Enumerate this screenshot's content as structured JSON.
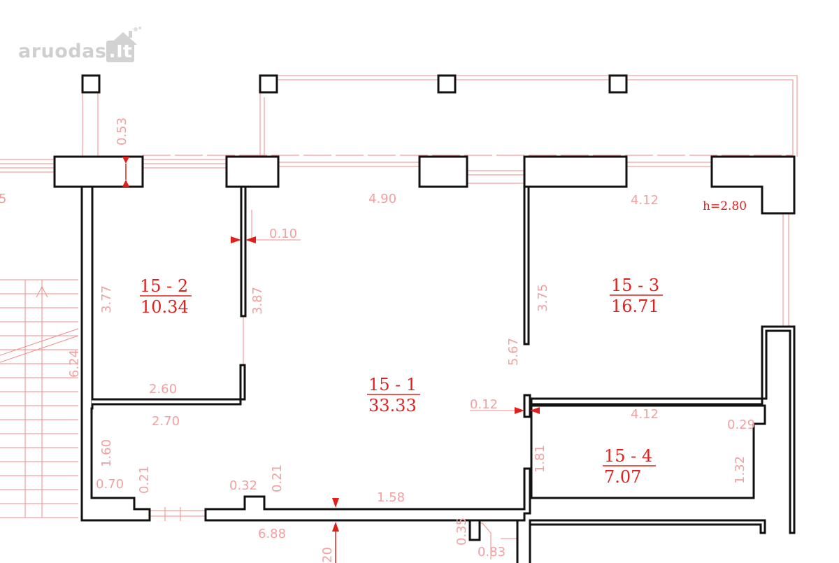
{
  "watermark": {
    "brand": "aruodas",
    "tld": ".lt",
    "icon": "house-chimney-icon"
  },
  "ceiling_height": "h=2.80",
  "rooms": [
    {
      "id": "15 - 2",
      "area": "10.34"
    },
    {
      "id": "15 - 1",
      "area": "33.33"
    },
    {
      "id": "15 - 3",
      "area": "16.71"
    },
    {
      "id": "15 - 4",
      "area": "7.07"
    }
  ],
  "dimensions": {
    "d053": "0.53",
    "d490": "4.90",
    "d412_top": "4.12",
    "d010": "0.10",
    "d377": "3.77",
    "d387": "3.87",
    "d375": "3.75",
    "d567": "5.67",
    "d624": "6.24",
    "d260": "2.60",
    "d270": "2.70",
    "d012": "0.12",
    "d412_mid": "4.12",
    "d029": "0.29",
    "d160": "1.60",
    "d181": "1.81",
    "d132": "1.32",
    "d070": "0.70",
    "d021_a": "0.21",
    "d032": "0.32",
    "d021_b": "0.21",
    "d158": "1.58",
    "d688": "6.88",
    "d035": "0.35",
    "d083": "0.83",
    "d020": "20",
    "d_edge": "5"
  },
  "colors": {
    "wall": "#111111",
    "dim_line": "#f28a8a",
    "room_label": "#e0201c",
    "arrow": "#e0201c"
  }
}
